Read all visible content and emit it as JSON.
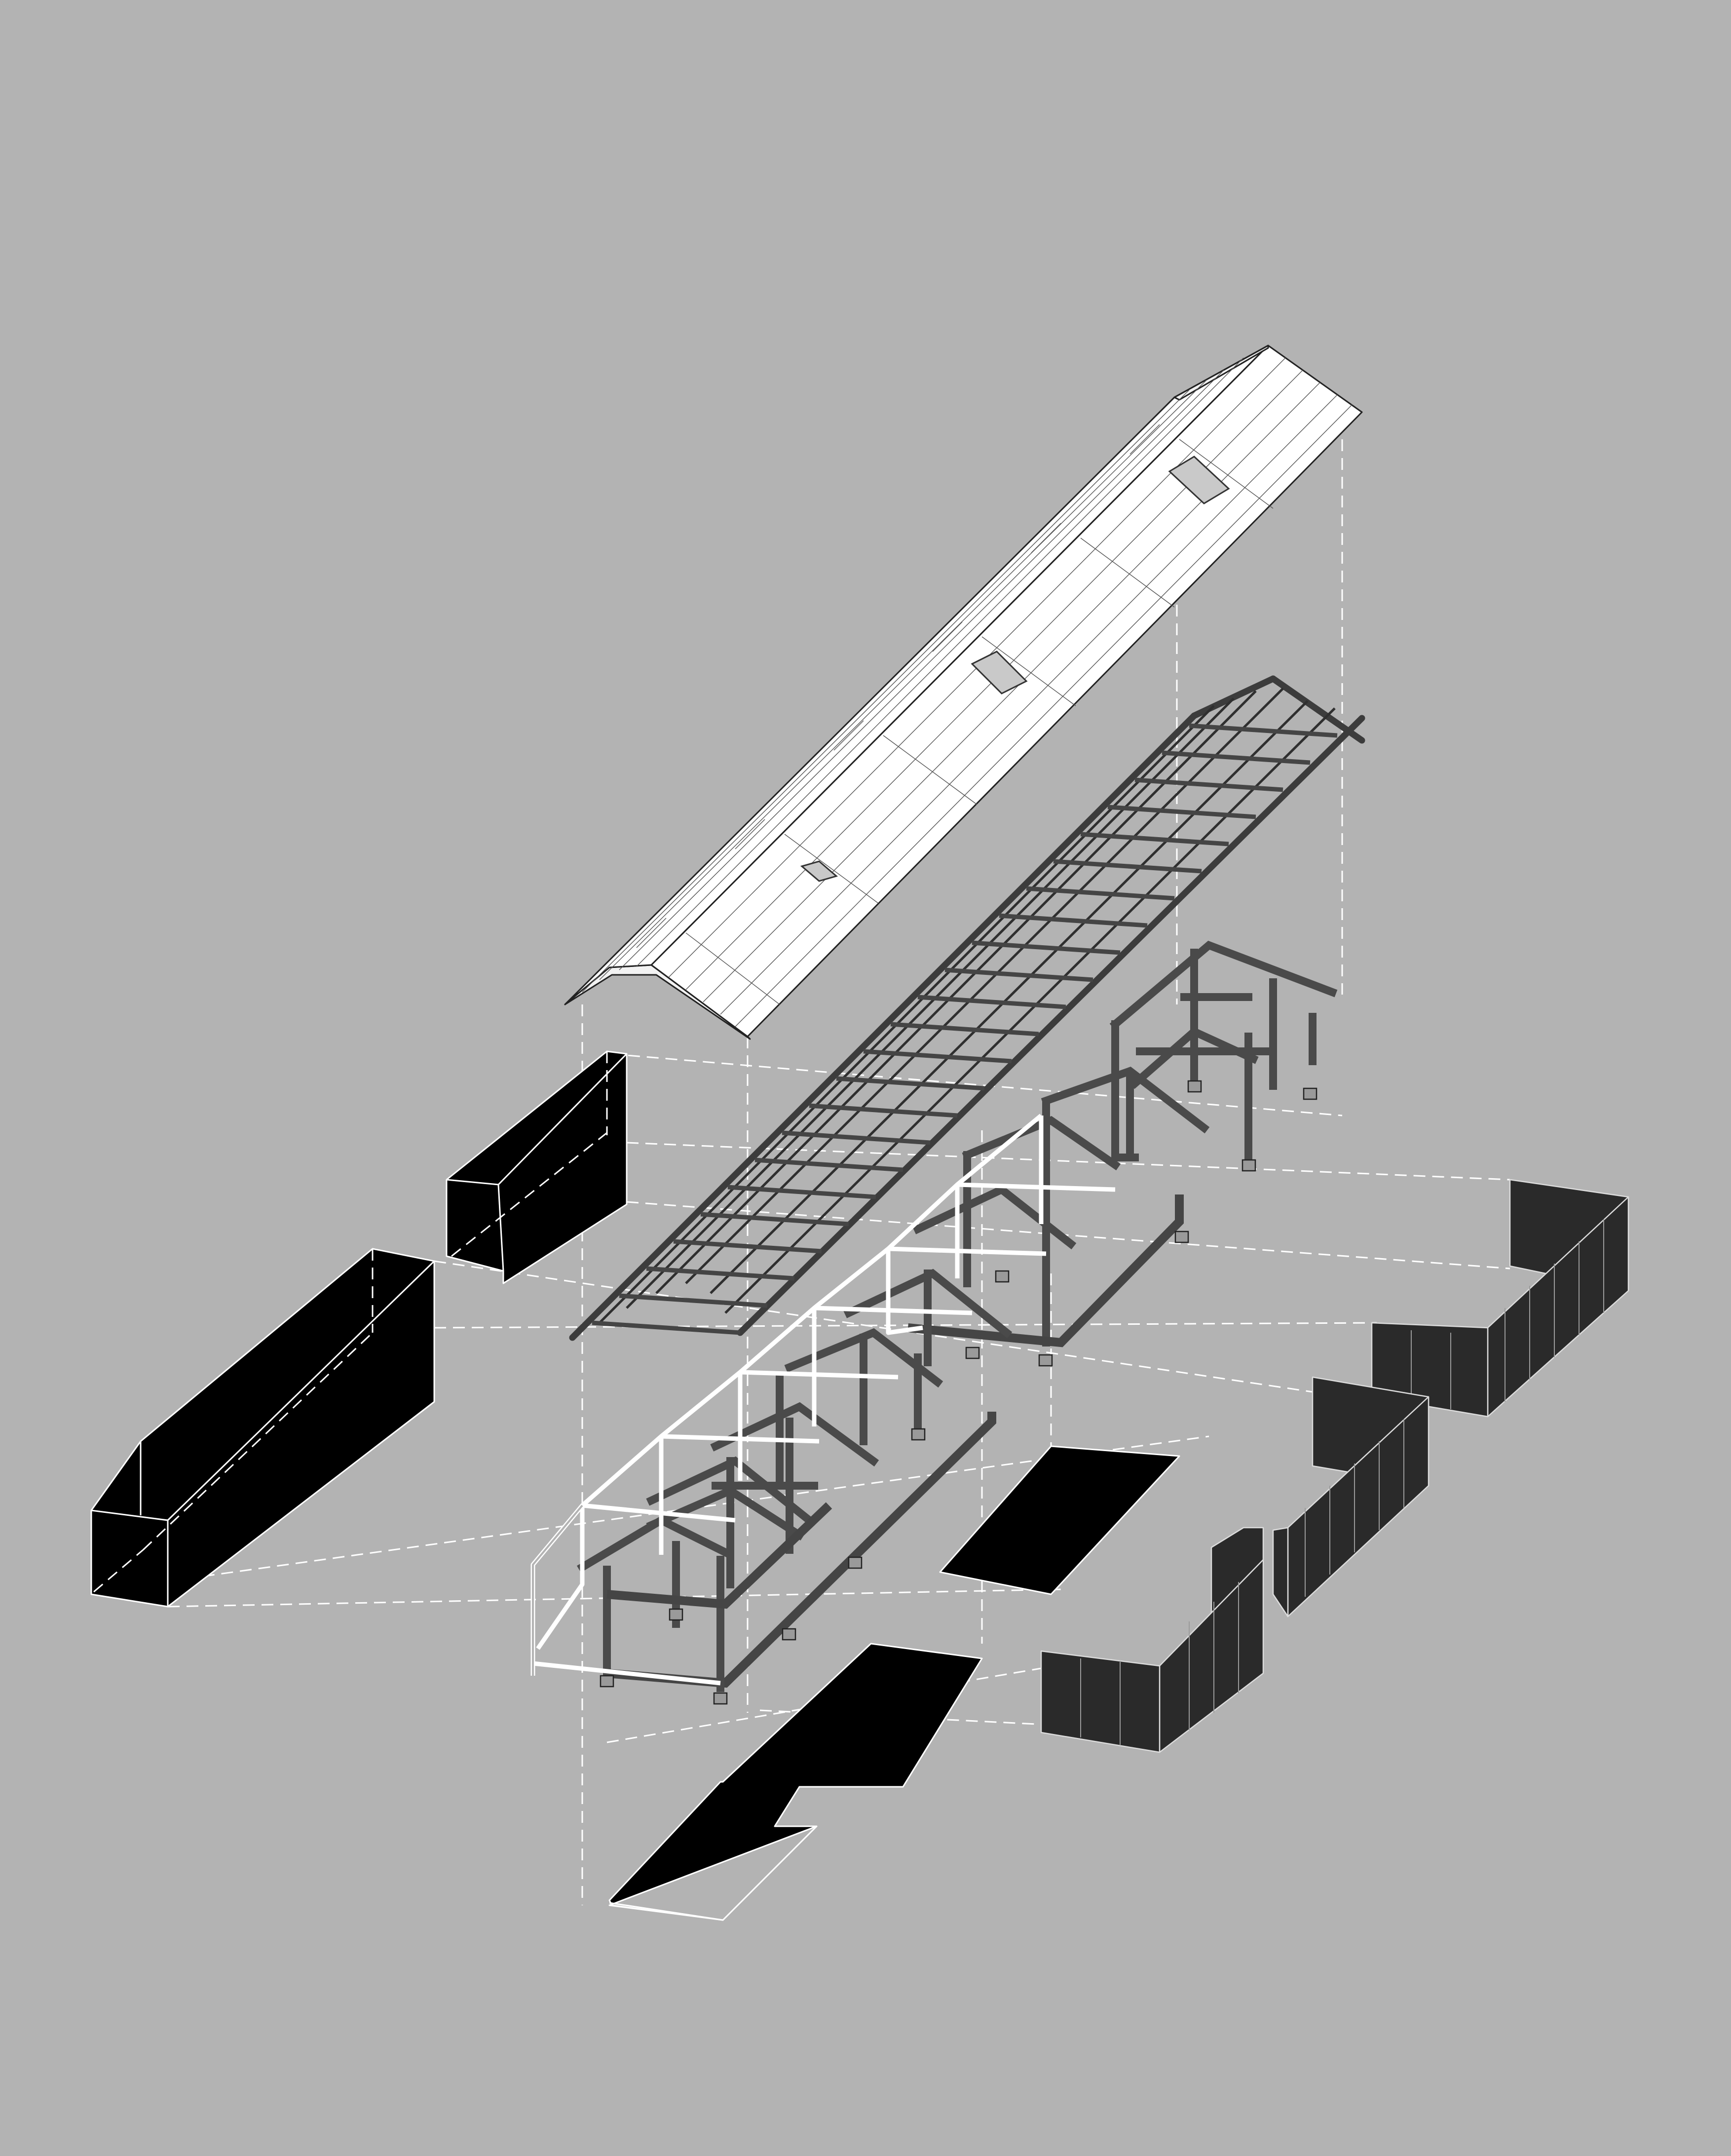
{
  "diagram": {
    "kind": "exploded axonometric",
    "layers": [
      "tiled-roof",
      "roof-structure",
      "timber-frames",
      "pipe-frame",
      "solid-end-volumes",
      "perimeter-walls",
      "floor-slabs"
    ],
    "palette": {
      "background": "#b3b3b3",
      "solid": "#000000",
      "wall": "#2a2a2a",
      "timber": "#4a4a4a",
      "roof": "#ffffff",
      "guide": "#ffffff"
    },
    "skylight_count": 3,
    "frame_bay_count": 5
  }
}
